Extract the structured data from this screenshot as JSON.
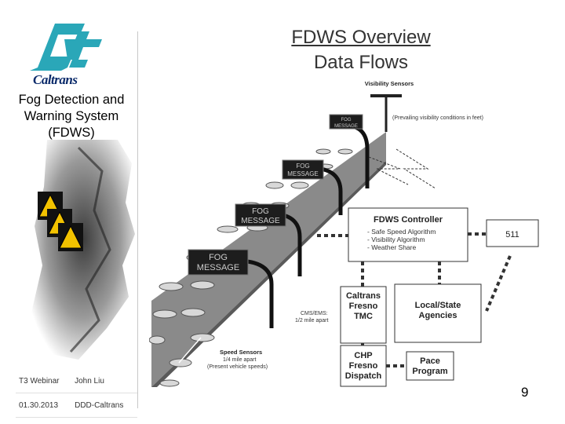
{
  "sidebar": {
    "logo_word": "Caltrans",
    "title_lines": [
      "Fog Detection and",
      "Warning System",
      "(FDWS)"
    ],
    "footer": [
      [
        "T3 Webinar",
        "John Liu"
      ],
      [
        "01.30.2013",
        "DDD-Caltrans"
      ]
    ]
  },
  "header": {
    "title_line1": "FDWS Overview",
    "title_line2": "Data Flows"
  },
  "diagram": {
    "visibility_sensors": "Visibility Sensors",
    "visibility_note": "(Prevailing visibility conditions in feet)",
    "sign_line1": "FOG",
    "sign_line2": "MESSAGE",
    "controller_title": "FDWS Controller",
    "controller_items": [
      "- Safe Speed Algorithm",
      "- Visibility Algorithm",
      "- Weather Share"
    ],
    "box_511": "511",
    "tmc": [
      "Caltrans",
      "Fresno",
      "TMC"
    ],
    "agencies": [
      "Local/State",
      "Agencies"
    ],
    "dispatch": [
      "CHP",
      "Fresno",
      "Dispatch"
    ],
    "pace": [
      "Pace",
      "Program"
    ],
    "cms_note": [
      "CMS/EMS:",
      "1/2 mile apart"
    ],
    "speed_sensors": "Speed Sensors",
    "speed_note": [
      "1/4 mile apart",
      "(Present vehicle speeds)"
    ]
  },
  "page_number": "9",
  "colors": {
    "logo_teal": "#2aa7b8",
    "logo_navy": "#0a2a6a",
    "road_gray": "#8a8a8a"
  }
}
